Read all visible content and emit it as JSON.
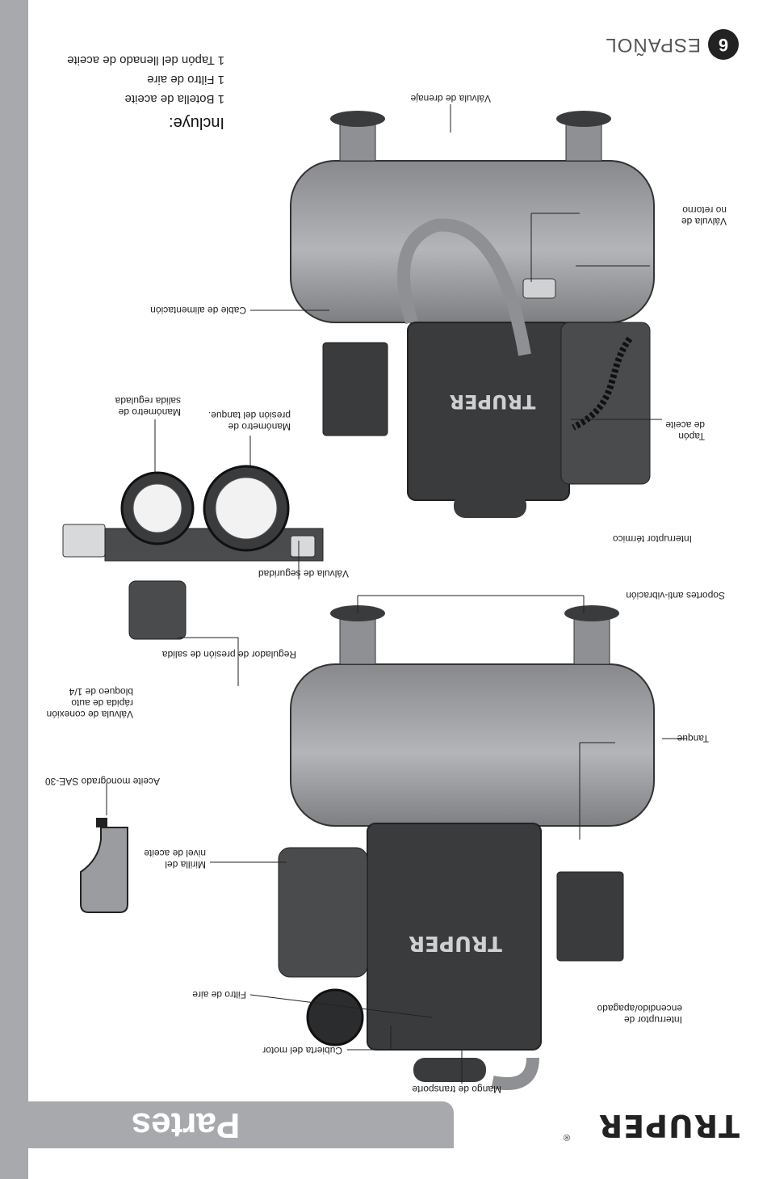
{
  "brand": {
    "name": "TRUPER",
    "registered": "®"
  },
  "section_title": "Partes",
  "page": {
    "number": "6",
    "language": "ESPAÑOL"
  },
  "includes": {
    "heading": "Incluye:",
    "items": [
      "1 Botella de aceite",
      "1 Filtro de aire",
      "1 Tapón del llenado de aceite"
    ]
  },
  "labels": {
    "transport_handle": "Mango de transporte",
    "motor_cover": "Cubierta del motor",
    "air_filter": "Filtro de aire",
    "oil_sight_glass": "Mirilla del\nnivel de aceite",
    "oil": "Aceite monogrado SAE-30",
    "quick_valve": "Válvula de conexión\nrápida de auto\nbloqueo de 1/4",
    "pressure_regulator": "Regulador de presión de salida",
    "safety_valve": "Válvula de seguridad",
    "tank_gauge": "Manómetro de\npresión del tanque.",
    "outlet_gauge": "Manómetro de\nsalida regulada",
    "power_cord": "Cable de alimentación",
    "drain_valve": "Válvula de drenaje",
    "check_valve": "Válvula de\nno retorno",
    "oil_cap": "Tapón\nde aceite",
    "thermal_switch": "Interruptor térmico",
    "anti_vibration": "Soportes anti-vibración",
    "tank": "Tanque",
    "on_off_switch": "Interruptor de\nencendido/apagado"
  },
  "colors": {
    "sidebar_gray": "#a7a9ac",
    "tank_gray": "#9a9c9f",
    "body_dark": "#3a3b3d"
  }
}
